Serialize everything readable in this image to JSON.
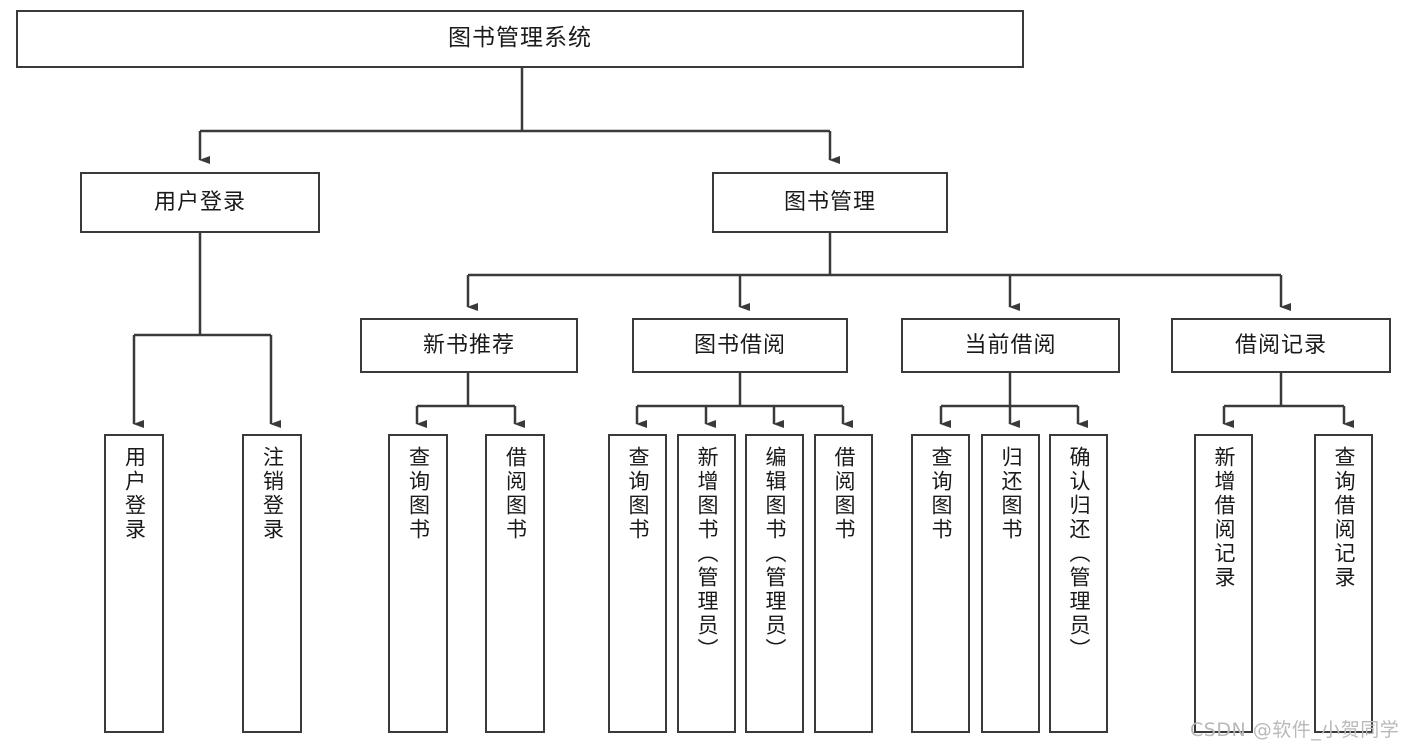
{
  "diagram": {
    "title": "图书管理系统",
    "type": "function-structure-tree",
    "stroke_color": "#3a3a3a",
    "background_color": "#ffffff",
    "text_color": "#1a1a1a",
    "root": {
      "label": "图书管理系统"
    },
    "level1": [
      {
        "label": "用户登录"
      },
      {
        "label": "图书管理"
      }
    ],
    "level2": [
      {
        "label": "新书推荐"
      },
      {
        "label": "图书借阅"
      },
      {
        "label": "当前借阅"
      },
      {
        "label": "借阅记录"
      }
    ],
    "leaves": {
      "user_login": [
        {
          "label": "用户登录"
        },
        {
          "label": "注销登录"
        }
      ],
      "new_book_recommend": [
        {
          "label": "查询图书"
        },
        {
          "label": "借阅图书"
        }
      ],
      "book_borrow": [
        {
          "label": "查询图书"
        },
        {
          "label": "新增图书（管理员）"
        },
        {
          "label": "编辑图书（管理员）"
        },
        {
          "label": "借阅图书"
        }
      ],
      "current_borrow": [
        {
          "label": "查询图书"
        },
        {
          "label": "归还图书"
        },
        {
          "label": "确认归还（管理员）"
        }
      ],
      "borrow_record": [
        {
          "label": "新增借阅记录"
        },
        {
          "label": "查询借阅记录"
        }
      ]
    }
  },
  "watermark": {
    "text": "CSDN @软件_小贺同学"
  }
}
